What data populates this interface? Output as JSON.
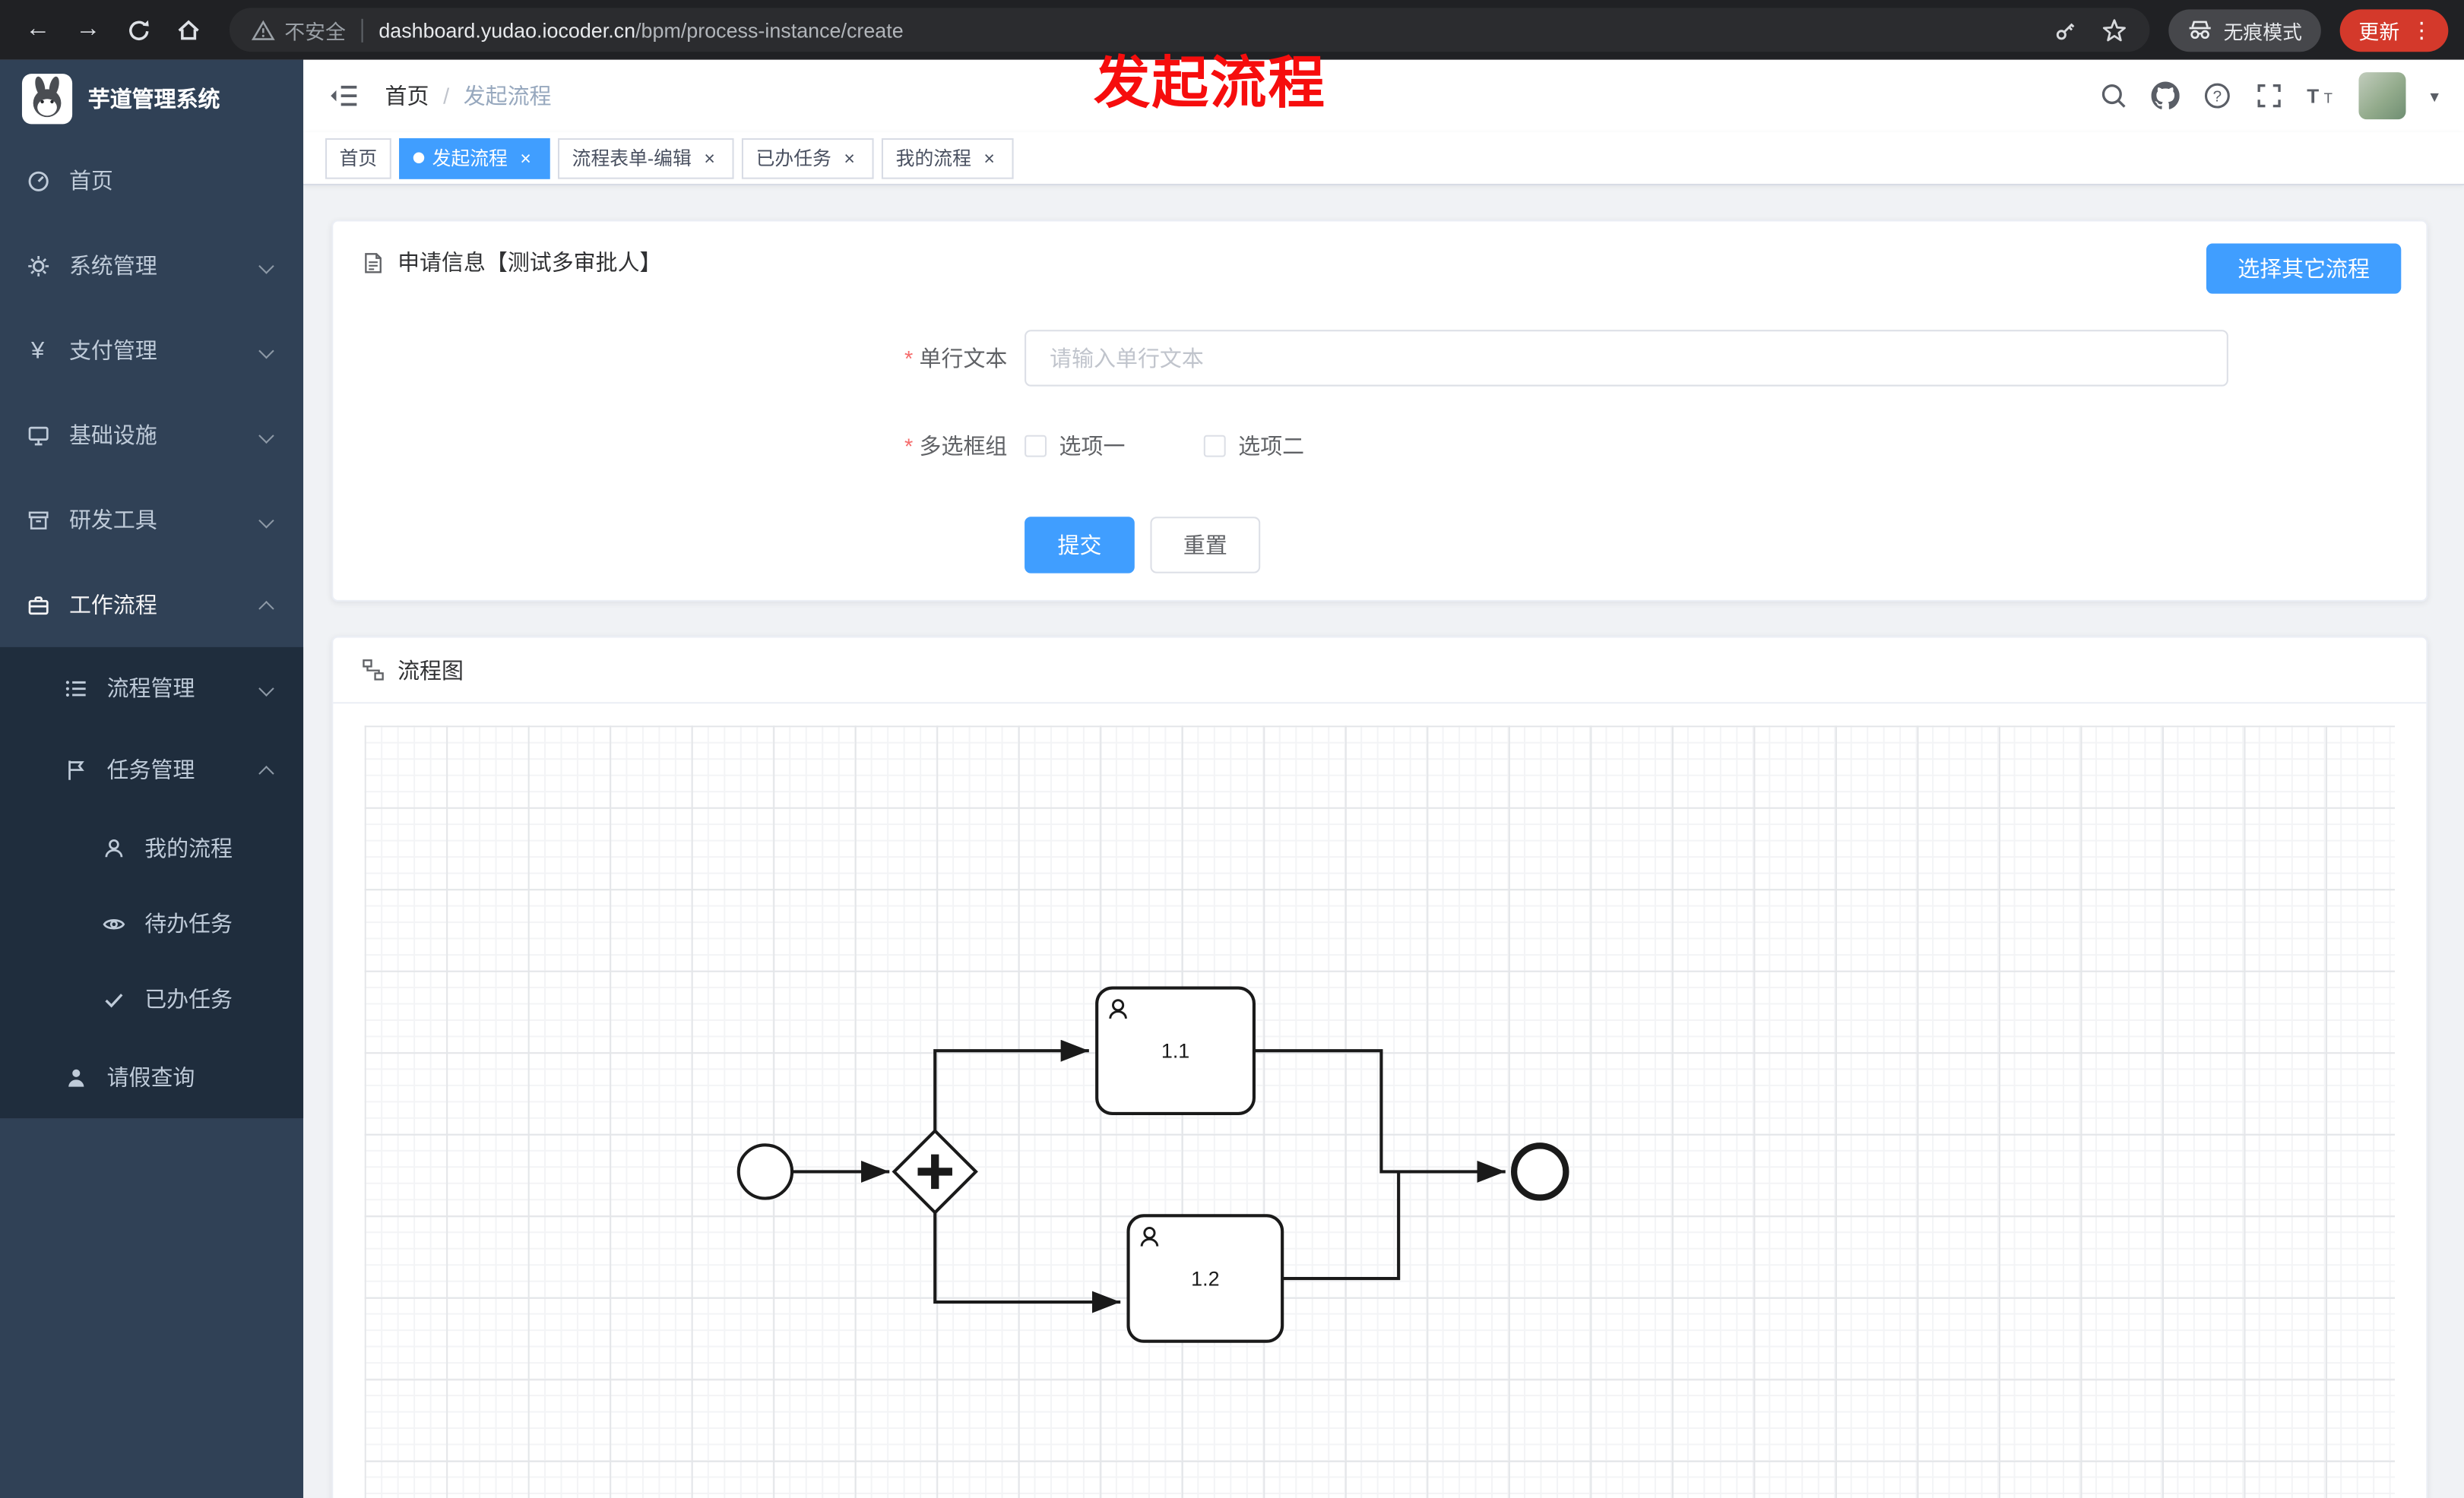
{
  "icons": {
    "back": "←",
    "forward": "→",
    "kebab": "⋮",
    "close": "×",
    "caret_down": "▾",
    "yen": "¥",
    "help": "?",
    "font_t": "T"
  },
  "browser": {
    "security_label": "不安全",
    "url_domain": "dashboard.yudao.iocoder.cn",
    "url_path": "/bpm/process-instance/create",
    "incognito_label": "无痕模式",
    "update_label": "更新"
  },
  "annotation": {
    "text": "发起流程"
  },
  "sidebar": {
    "title": "芋道管理系统",
    "items": [
      {
        "label": "首页"
      },
      {
        "label": "系统管理"
      },
      {
        "label": "支付管理"
      },
      {
        "label": "基础设施"
      },
      {
        "label": "研发工具"
      },
      {
        "label": "工作流程"
      }
    ],
    "submenu": [
      {
        "label": "流程管理"
      },
      {
        "label": "任务管理"
      },
      {
        "label": "我的流程"
      },
      {
        "label": "待办任务"
      },
      {
        "label": "已办任务"
      },
      {
        "label": "请假查询"
      }
    ]
  },
  "navbar": {
    "breadcrumb": {
      "home": "首页",
      "separator": "/",
      "current": "发起流程"
    }
  },
  "tabs": [
    {
      "label": "首页"
    },
    {
      "label": "发起流程"
    },
    {
      "label": "流程表单-编辑"
    },
    {
      "label": "已办任务"
    },
    {
      "label": "我的流程"
    }
  ],
  "form_card": {
    "title": "申请信息【测试多审批人】",
    "select_other_button": "选择其它流程",
    "required_mark": "*",
    "text_field": {
      "label": "单行文本",
      "placeholder": "请输入单行文本"
    },
    "checkbox_field": {
      "label": "多选框组",
      "options": [
        {
          "label": "选项一"
        },
        {
          "label": "选项二"
        }
      ]
    },
    "submit_label": "提交",
    "reset_label": "重置"
  },
  "diagram_card": {
    "title": "流程图",
    "tasks": [
      {
        "label": "1.1"
      },
      {
        "label": "1.2"
      }
    ]
  },
  "colors": {
    "primary": "#409eff",
    "annotation_red": "#f60d0d"
  }
}
